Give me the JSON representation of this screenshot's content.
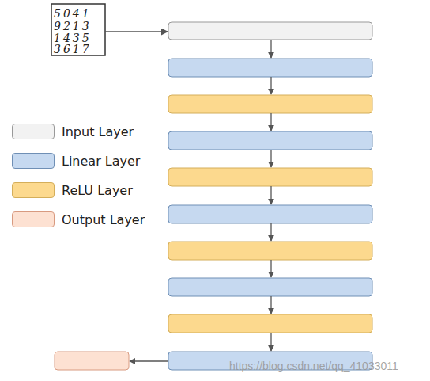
{
  "diagram": {
    "labels": [
      "5041",
      "9213",
      "1435",
      "3617",
      "https://blog.csdn.net/qq_41033011"
    ],
    "legend": [
      {
        "text": "Input Layer",
        "color": "#f2f2f2"
      },
      {
        "text": "Linear Layer",
        "color": "#c6d9f0"
      },
      {
        "text": "ReLU Layer",
        "color": "#fcd98e"
      },
      {
        "text": "Output Layer",
        "color": "#fde1d2"
      }
    ]
  }
}
